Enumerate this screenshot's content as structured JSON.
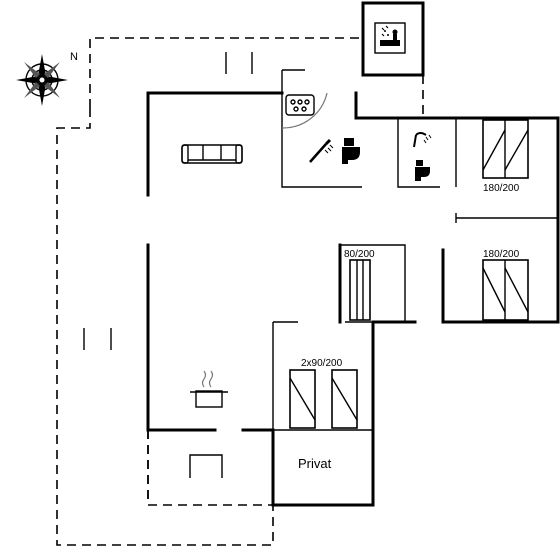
{
  "compass": {
    "north_label": "N",
    "icon": "compass-rose-icon"
  },
  "rooms": {
    "private_label": "Privat"
  },
  "beds": {
    "master": "180/200",
    "second": "180/200",
    "single": "80/200",
    "twin": "2x90/200"
  },
  "icons": {
    "sauna": "sauna-icon",
    "jacuzzi": "jacuzzi-icon",
    "sofa": "sofa-icon",
    "shower": "shower-icon",
    "toilet": "toilet-icon",
    "kitchen": "cooking-pot-icon"
  },
  "colors": {
    "wall": "#000000",
    "background": "#ffffff"
  }
}
